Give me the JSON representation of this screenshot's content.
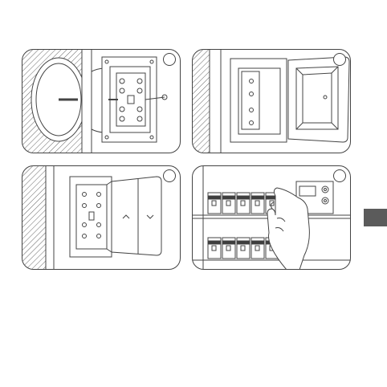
{
  "colors": {
    "line": "#444444",
    "hatch": "#666666",
    "breaker_handle": "#3d3d3d",
    "side_tab": "#5b5b5b"
  },
  "panels": [
    {
      "id": "p1",
      "content": "wall-box-mounting"
    },
    {
      "id": "p2",
      "content": "frame-mounting"
    },
    {
      "id": "p3",
      "content": "cover-mounting"
    },
    {
      "id": "p4",
      "content": "circuit-breaker-switch-on"
    }
  ],
  "icons": {
    "step": "circle-icon",
    "arrow_up": "chevron-up-icon",
    "arrow_down": "chevron-down-icon"
  }
}
